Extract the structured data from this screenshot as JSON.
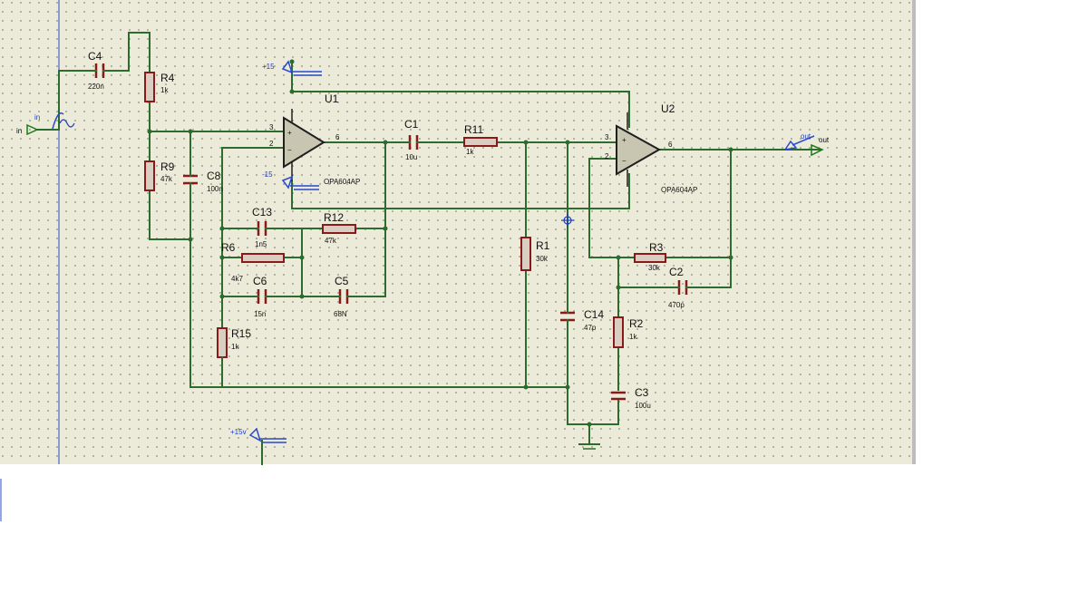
{
  "schematic": {
    "components": {
      "C4": {
        "ref": "C4",
        "value": "220n"
      },
      "R4": {
        "ref": "R4",
        "value": "1k"
      },
      "R9": {
        "ref": "R9",
        "value": "47k"
      },
      "C8": {
        "ref": "C8",
        "value": "100n"
      },
      "C13": {
        "ref": "C13",
        "value": "1n5"
      },
      "R12": {
        "ref": "R12",
        "value": "47k"
      },
      "R6": {
        "ref": "R6",
        "value": "4k7"
      },
      "C6": {
        "ref": "C6",
        "value": "15n"
      },
      "C5": {
        "ref": "C5",
        "value": "68N"
      },
      "R15": {
        "ref": "R15",
        "value": "1k"
      },
      "C1": {
        "ref": "C1",
        "value": "10u"
      },
      "R11": {
        "ref": "R11",
        "value": "1k"
      },
      "R1": {
        "ref": "R1",
        "value": "30k"
      },
      "C14": {
        "ref": "C14",
        "value": "47p"
      },
      "R3": {
        "ref": "R3",
        "value": "30k"
      },
      "C2": {
        "ref": "C2",
        "value": "470p"
      },
      "R2": {
        "ref": "R2",
        "value": "1k"
      },
      "C3": {
        "ref": "C3",
        "value": "100u"
      },
      "U1": {
        "ref": "U1",
        "part": "OPA604AP"
      },
      "U2": {
        "ref": "U2",
        "part": "OPA604AP"
      }
    },
    "pins": {
      "u1_in_plus": "3",
      "u1_in_minus": "2",
      "u1_out": "6",
      "u2_in_plus": "3",
      "u2_in_minus": "2",
      "u2_out": "6",
      "plus_sign": "+",
      "minus_sign": "−"
    },
    "terminals": {
      "input_label": "in",
      "input_name": "in",
      "output_label": "out",
      "output_name": "out",
      "pos_rail": "+15",
      "neg_rail": "-15",
      "bottom_rail": "+15v"
    },
    "colors": {
      "canvas": "#ecebd9",
      "grid_dot": "#8a8a7a",
      "wire": "#2e6b2e",
      "component": "#8a1a1a",
      "blue_marker": "#1f3fbf"
    }
  }
}
